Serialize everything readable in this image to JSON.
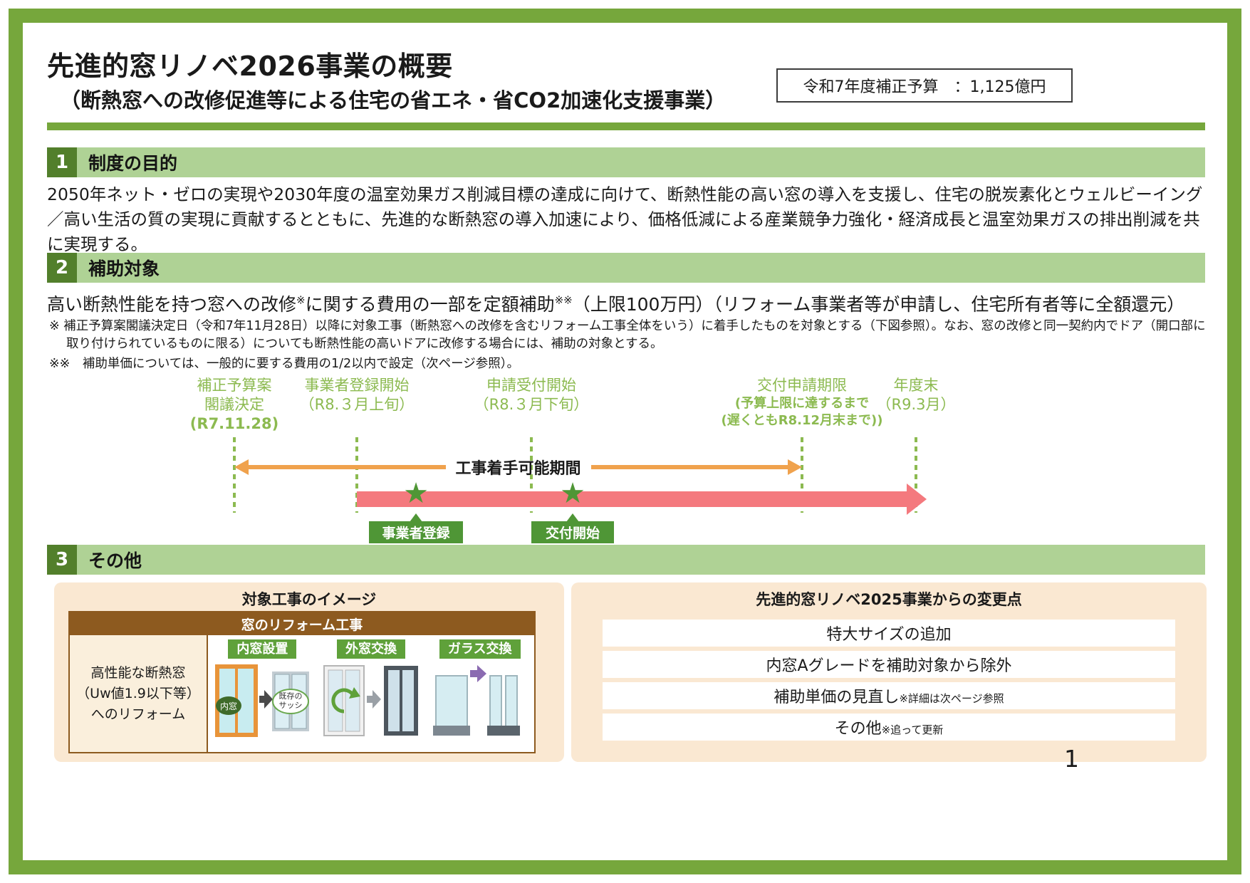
{
  "document": {
    "title": "先進的窓リノベ2026事業の概要",
    "subtitle": "（断熱窓への改修促進等による住宅の省エネ・省CO2加速化支援事業）",
    "budget_label": "令和7年度補正予算　：1,125億円",
    "page_number": "1"
  },
  "colors": {
    "frame_green": "#76A73C",
    "section_bar_green": "#AFD295",
    "section_number_green": "#527F2B",
    "timeline_text_green": "#8CBA50",
    "timeline_orange": "#F0A24D",
    "timeline_pink": "#F4797E",
    "tag_green": "#4F9636",
    "table_brown": "#8D5A1F",
    "panel_cream": "#FAE8D2"
  },
  "section1": {
    "number": "1",
    "title": "制度の目的",
    "body": "2050年ネット・ゼロの実現や2030年度の温室効果ガス削減目標の達成に向けて、断熱性能の高い窓の導入を支援し、住宅の脱炭素化とウェルビーイング／高い生活の質の実現に貢献するとともに、先進的な断熱窓の導入加速により、価格低減による産業競争力強化・経済成長と温室効果ガスの排出削減を共に実現する。"
  },
  "section2": {
    "number": "2",
    "title": "補助対象",
    "lead": {
      "part1": "高い断熱性能を持つ窓への改修",
      "sup1": "※",
      "part2": "に関する費用の一部を定額補助",
      "sup2": "※※",
      "part3": "（上限100万円）（リフォーム事業者等が申請し、住宅所有者等に全額還元）"
    },
    "note1": "※ 補正予算案閣議決定日（令和7年11月28日）以降に対象工事（断熱窓への改修を含むリフォーム工事全体をいう）に着手したものを対象とする（下図参照）。なお、窓の改修と同一契約内でドア（開口部に取り付けられているものに限る）についても断熱性能の高いドアに改修する場合には、補助の対象とする。",
    "note2": "※※　補助単価については、一般的に要する費用の1/2以内で設定（次ページ参照）。"
  },
  "timeline": {
    "milestones": [
      {
        "l1": "補正予算案",
        "l2": "閣議決定",
        "l3": "(R7.11.28)"
      },
      {
        "l1": "事業者登録開始",
        "l2": "（R8.３月上旬）"
      },
      {
        "l1": "申請受付開始",
        "l2": "（R8.３月下旬）"
      },
      {
        "l1": "交付申請期限",
        "l2": "(予算上限に達するまで",
        "l3": "(遅くともR8.12月末まで))"
      },
      {
        "l1": "年度末",
        "l2": "（R9.3月）"
      }
    ],
    "construction_period_label": "工事着手可能期間",
    "tags": [
      {
        "label": "事業者登録"
      },
      {
        "label": "交付開始"
      }
    ]
  },
  "section3": {
    "number": "3",
    "title": "その他"
  },
  "left_panel": {
    "title": "対象工事のイメージ",
    "table_header": "窓のリフォーム工事",
    "row_label": [
      "高性能な断熱窓",
      "（Uw値1.9以下等）",
      "へのリフォーム"
    ],
    "columns": [
      {
        "label": "内窓設置"
      },
      {
        "label": "外窓交換"
      },
      {
        "label": "ガラス交換"
      }
    ],
    "callouts": {
      "inner_window": "内窓",
      "existing_sash_line1": "既存の",
      "existing_sash_line2": "サッシ"
    }
  },
  "right_panel": {
    "title": "先進的窓リノベ2025事業からの変更点",
    "items": [
      {
        "text": "特大サイズの追加",
        "note": ""
      },
      {
        "text": "内窓Aグレードを補助対象から除外",
        "note": ""
      },
      {
        "text": "補助単価の見直し",
        "note": "※詳細は次ページ参照"
      },
      {
        "text": "その他",
        "note": "※追って更新"
      }
    ]
  }
}
